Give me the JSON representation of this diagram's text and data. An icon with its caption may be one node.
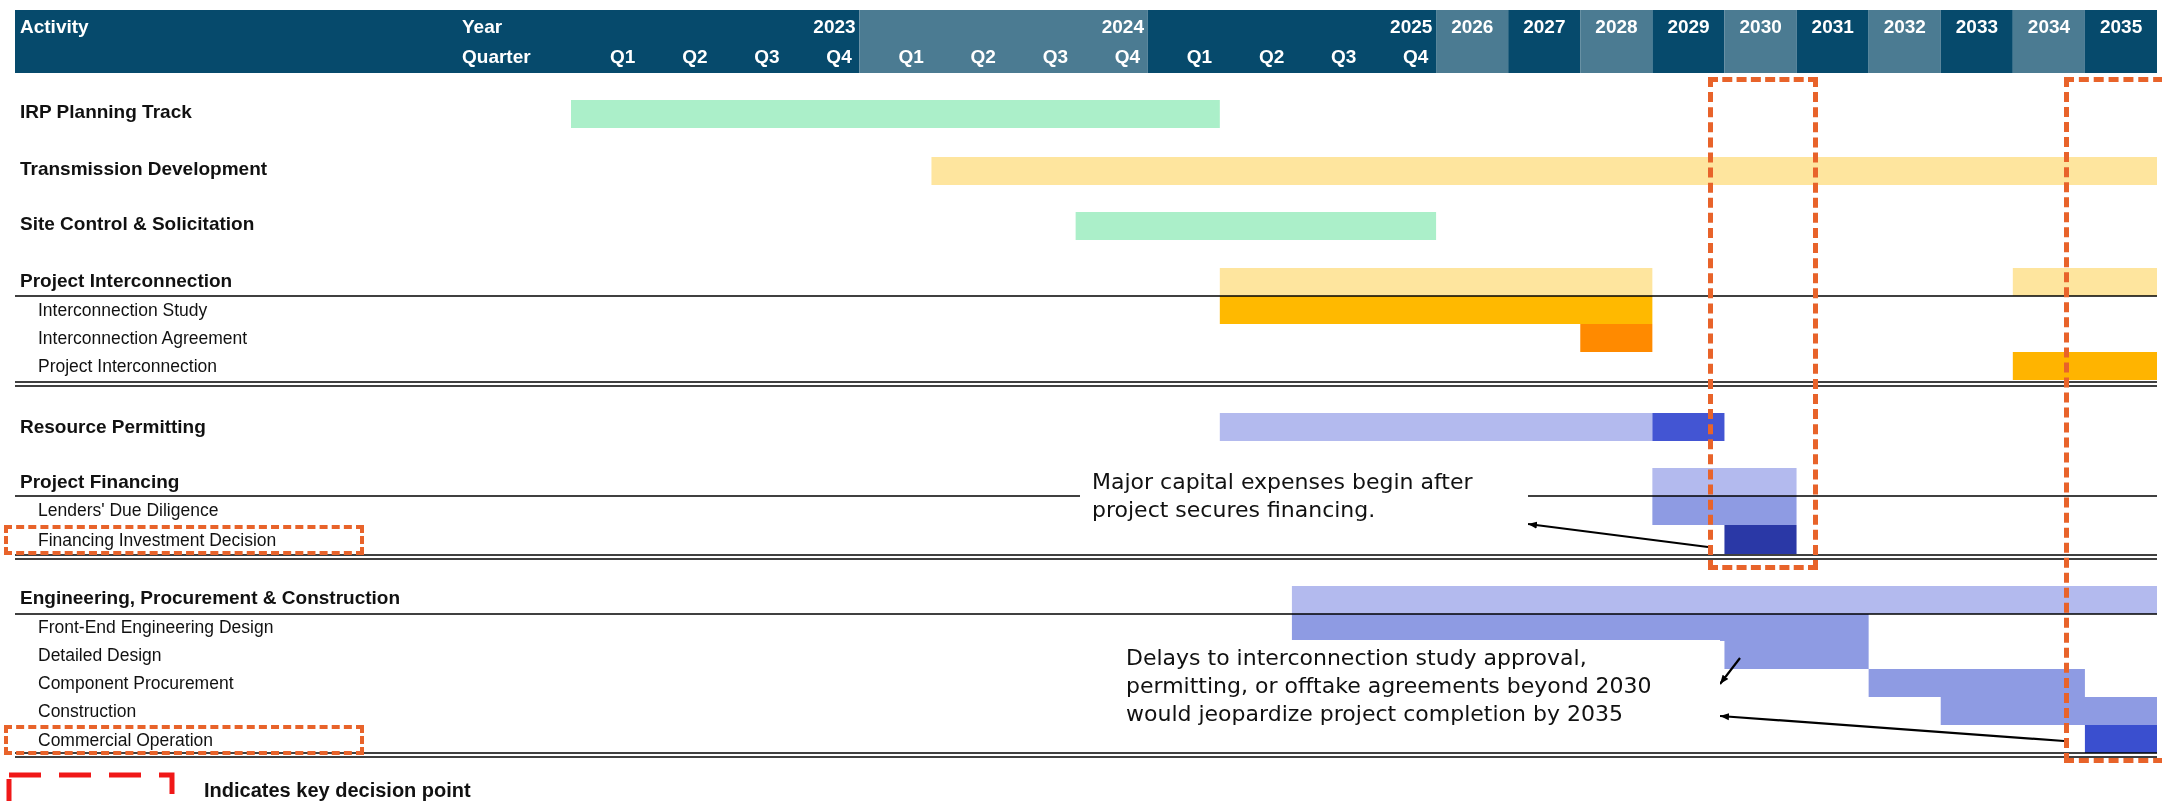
{
  "diagram": {
    "nodes": [
      {
        "text": [],
        "shape": "box"
      },
      {
        "text": [],
        "shape": "box"
      },
      {
        "text": [
          "Major capital expenses begin after project secures financing."
        ]
      },
      {
        "text": [
          "Financing Investment Decision"
        ]
      },
      {
        "text": [
          "Delays to interconnection study approval, permitting, or offtake agreements beyond 2030 would jeopardize project completion by 2035"
        ]
      },
      {
        "text": [
          "Commercial Operation"
        ]
      }
    ],
    "edges": [
      {
        "from": 0,
        "to": 2,
        "arrow": "to"
      },
      {
        "from": null,
        "to": 4,
        "arrow": "to"
      },
      {
        "from": 1,
        "to": 4,
        "arrow": "to"
      }
    ],
    "labels": [
      "Activity",
      "Year",
      "2023",
      "2024",
      "2025",
      "2026",
      "2027",
      "2028",
      "2029",
      "2030",
      "2031",
      "2032",
      "2033",
      "2034",
      "2035",
      "Quarter",
      "Q1",
      "Q2",
      "Q3",
      "Q4",
      "Q1",
      "Q2",
      "Q3",
      "Q4",
      "Q1",
      "Q2",
      "Q3",
      "Q4",
      "IRP Planning Track",
      "Transmission Development",
      "Site Control & Solicitation",
      "Project Interconnection",
      "Interconnection Study",
      "Interconnection Agreement",
      "Project Interconnection",
      "Resource Permitting",
      "Project Financing",
      "Lenders' Due Diligence",
      "Engineering, Procurement & Construction",
      "Front-End Engineering Design",
      "Detailed Design",
      "Component Procurement",
      "Construction"
    ],
    "legend": [
      {
        "text": "Indicates key decision point"
      }
    ]
  }
}
